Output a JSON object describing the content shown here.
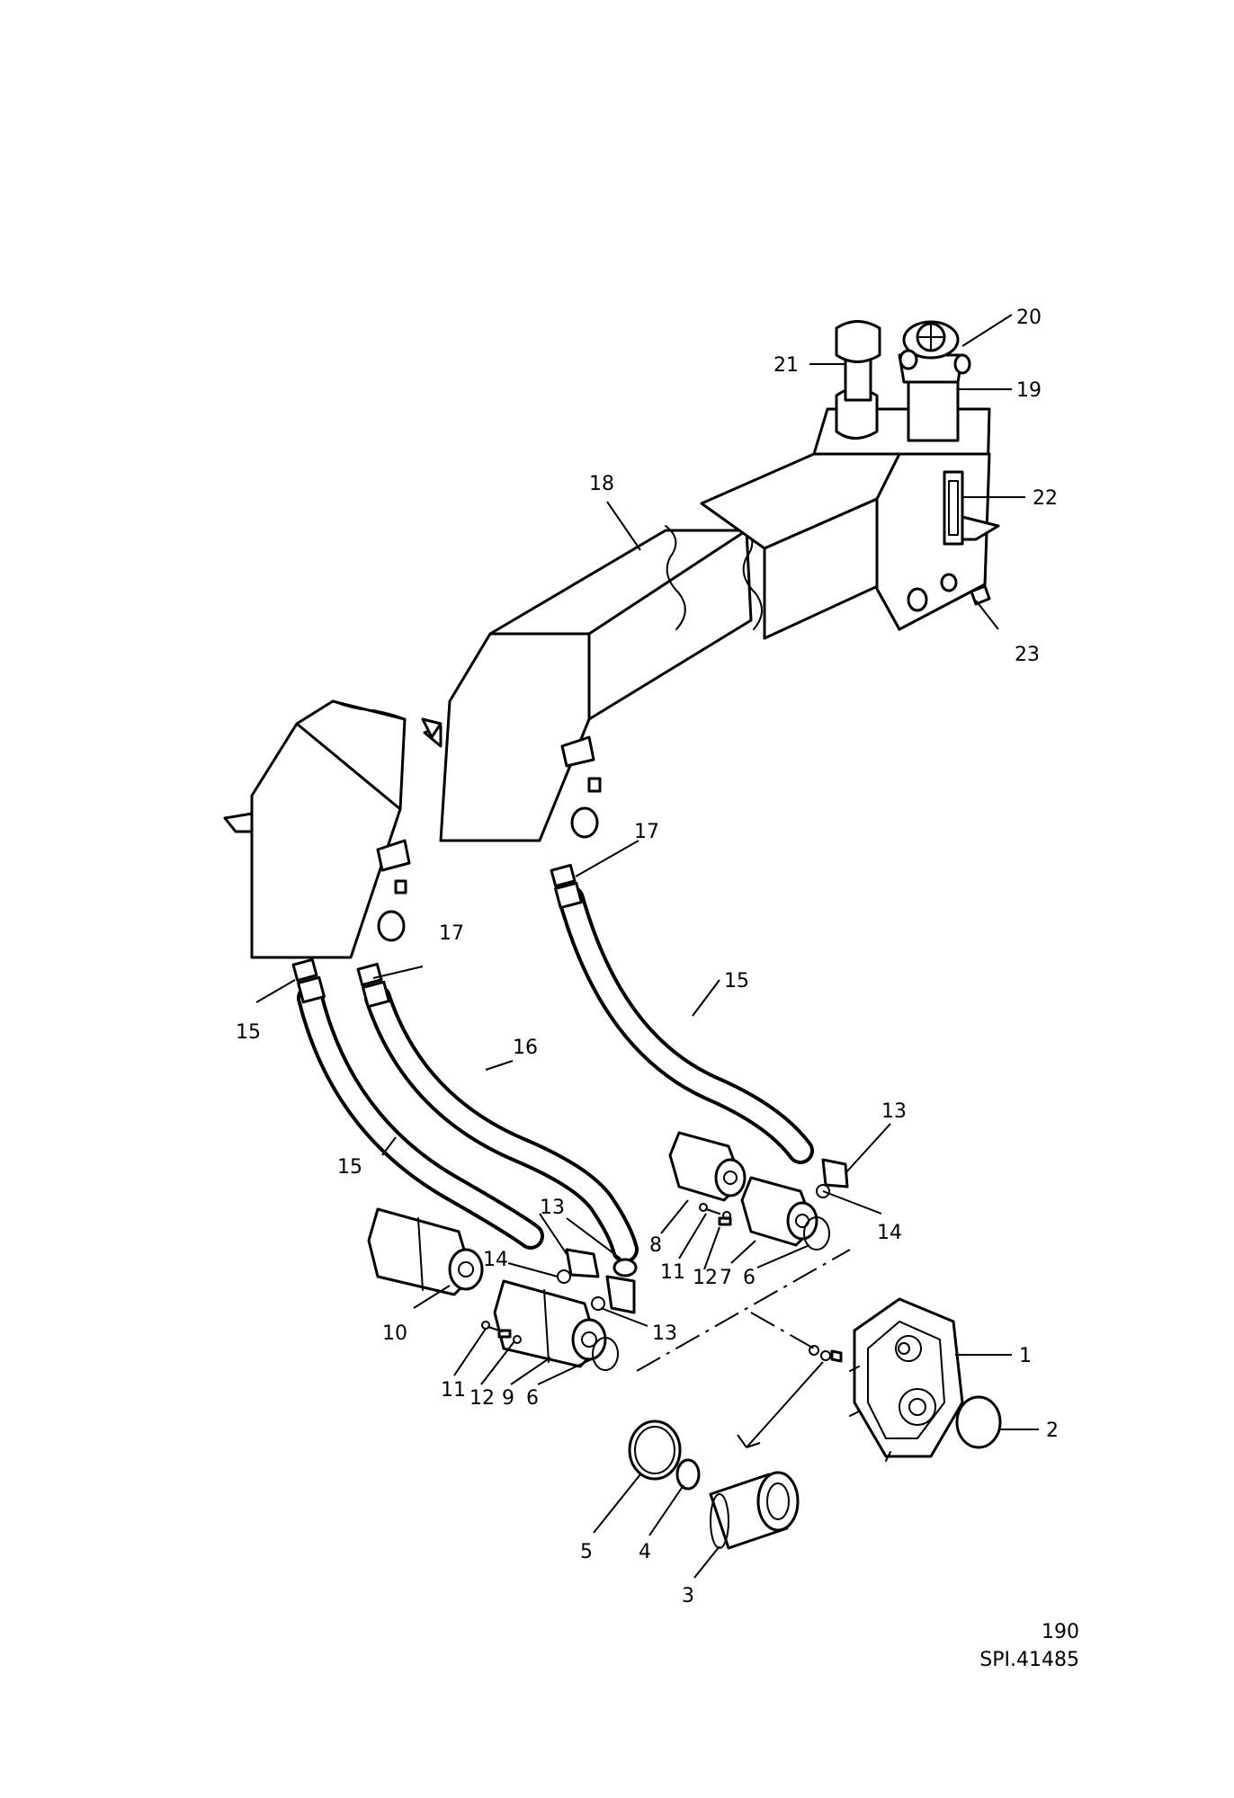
{
  "callouts": {
    "c1": "1",
    "c2": "2",
    "c3": "3",
    "c4": "4",
    "c5": "5",
    "c6a": "6",
    "c6b": "6",
    "c7": "7",
    "c8": "8",
    "c9": "9",
    "c10": "10",
    "c11a": "11",
    "c11b": "11",
    "c12a": "12",
    "c12b": "12",
    "c13a": "13",
    "c13b": "13",
    "c13c": "13",
    "c14a": "14",
    "c14b": "14",
    "c15a": "15",
    "c15b": "15",
    "c15c": "15",
    "c16": "16",
    "c17a": "17",
    "c17b": "17",
    "c18": "18",
    "c19": "19",
    "c20": "20",
    "c21": "21",
    "c22": "22",
    "c23": "23"
  },
  "footer": {
    "page_number": "190",
    "drawing_ref": "SPI.41485"
  }
}
